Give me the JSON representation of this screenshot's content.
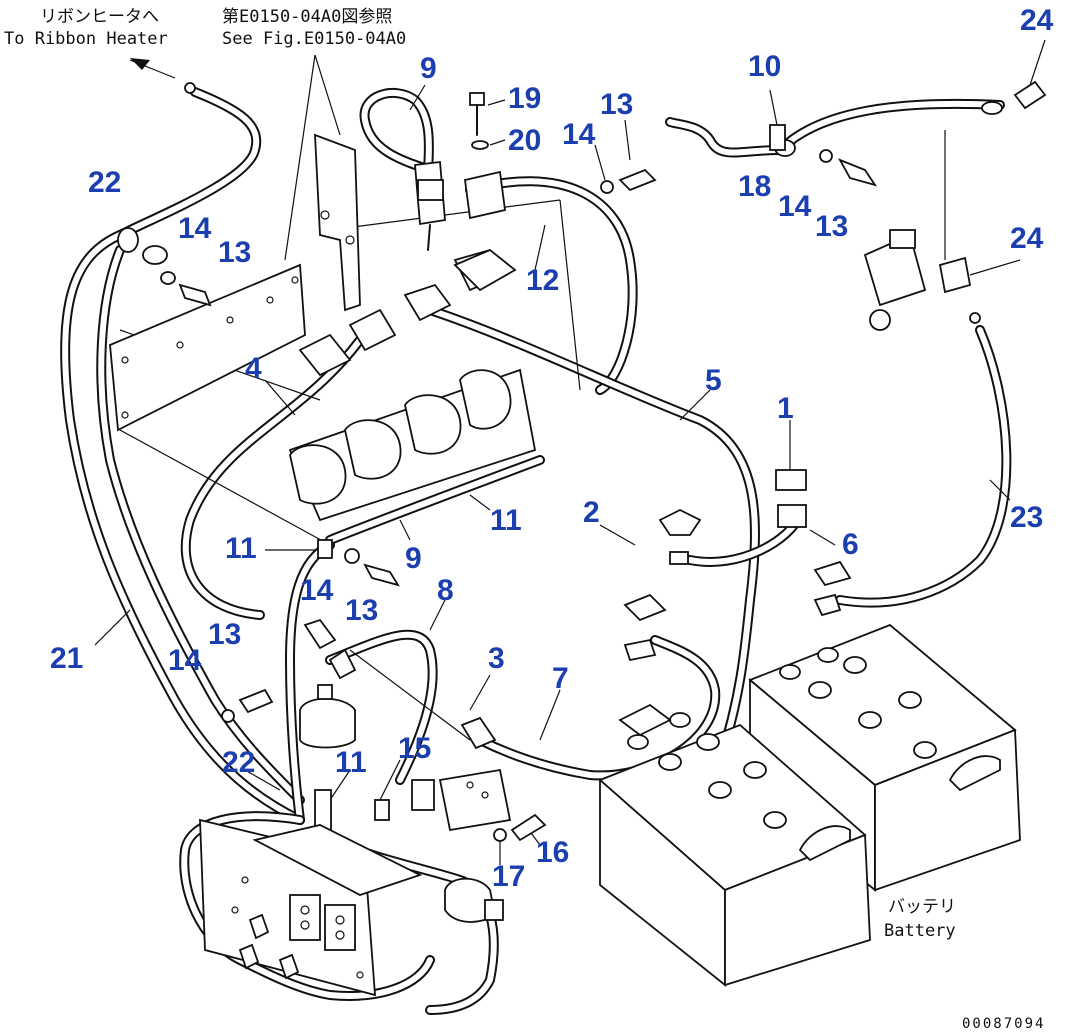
{
  "notes": {
    "ribbon_jp": "リボンヒータへ",
    "ribbon_en": "To Ribbon Heater",
    "fig_jp": "第E0150-04A0図参照",
    "fig_en": "See Fig.E0150-04A0",
    "battery_jp": "バッテリ",
    "battery_en": "Battery"
  },
  "figure_code": "00087094",
  "callouts": {
    "c24a": "24",
    "c10": "10",
    "c9a": "9",
    "c19": "19",
    "c13a": "13",
    "c20": "20",
    "c14a": "14",
    "c22a": "22",
    "c14b": "14",
    "c13b": "13",
    "c18": "18",
    "c14c": "14",
    "c13c": "13",
    "c24b": "24",
    "c12": "12",
    "c4": "4",
    "c5": "5",
    "c1": "1",
    "c11a": "11",
    "c2": "2",
    "c6": "6",
    "c23": "23",
    "c11b": "11",
    "c9b": "9",
    "c14d": "14",
    "c13d": "13",
    "c8": "8",
    "c21": "21",
    "c13e": "13",
    "c14e": "14",
    "c3": "3",
    "c7": "7",
    "c15": "15",
    "c22b": "22",
    "c11c": "11",
    "c16": "16",
    "c17": "17"
  }
}
